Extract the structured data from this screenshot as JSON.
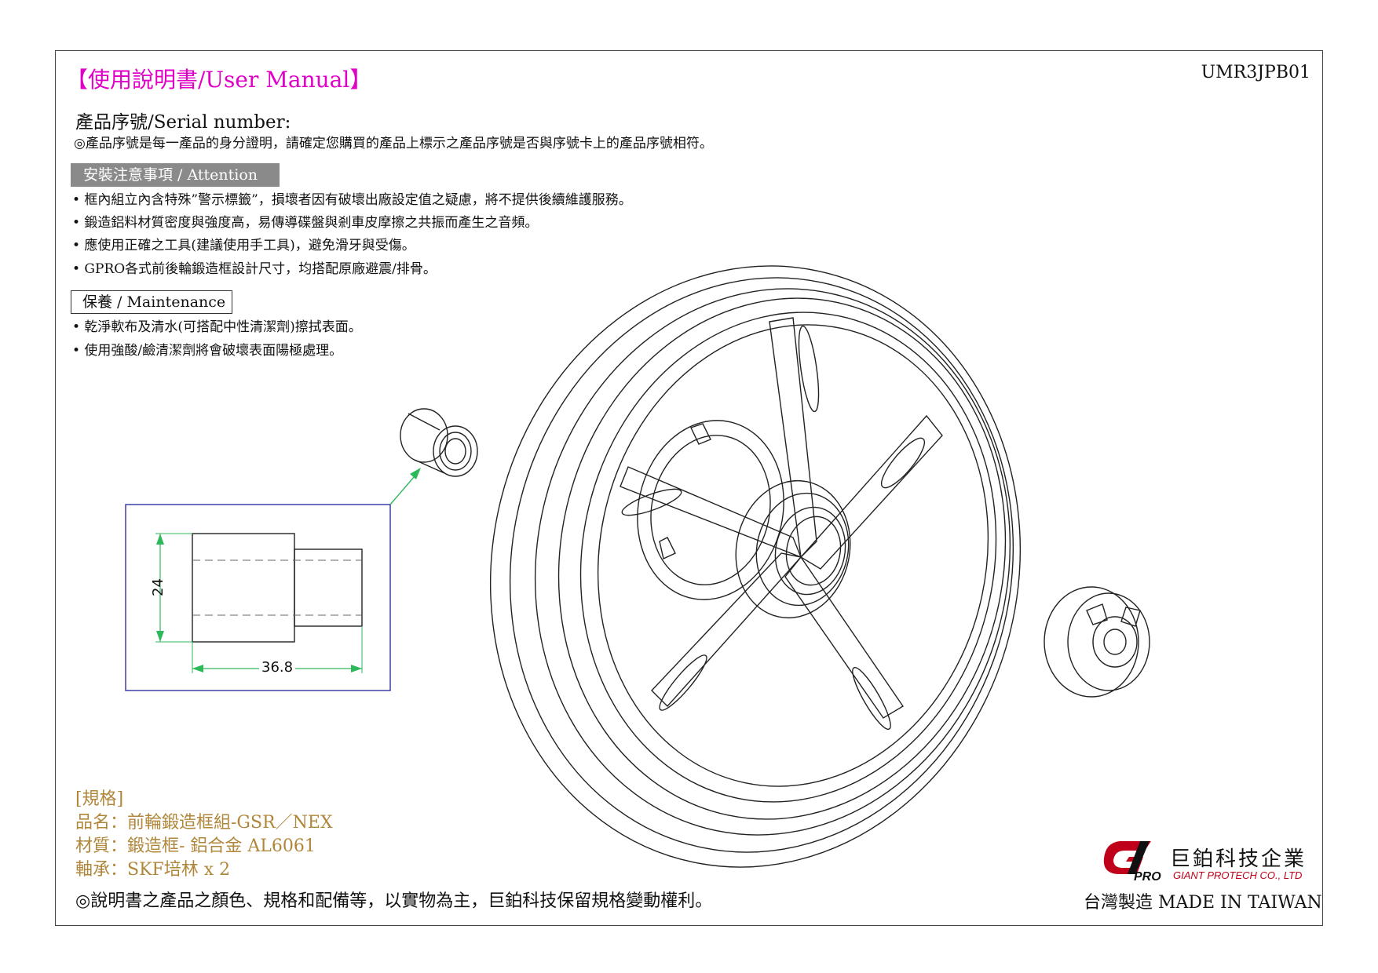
{
  "header": {
    "title": "【使用說明書/User Manual】",
    "doc_id": "UMR3JPB01"
  },
  "serial": {
    "label": "產品序號/Serial number:",
    "note": "◎產品序號是每一產品的身分證明，請確定您購買的產品上標示之產品序號是否與序號卡上的產品序號相符。"
  },
  "attention": {
    "heading": "安裝注意事項 / Attention",
    "items": [
      "• 框內組立內含特殊”警示標籤”，損壞者因有破壞出廠設定值之疑慮，將不提供後續維護服務。",
      "• 鍛造鋁料材質密度與強度高，易傳導碟盤與剎車皮摩擦之共振而產生之音頻。",
      "• 應使用正確之工具(建議使用手工具)，避免滑牙與受傷。",
      "• GPRO各式前後輪鍛造框設計尺寸，均搭配原廠避震/排骨。"
    ]
  },
  "maintenance": {
    "heading": "保養 / Maintenance",
    "items": [
      "• 乾淨軟布及清水(可搭配中性清潔劑)擦拭表面。",
      "• 使用強酸/鹼清潔劑將會破壞表面陽極處理。"
    ]
  },
  "dimensions": {
    "height": "24",
    "length": "36.8"
  },
  "spec": {
    "heading": "[規格]",
    "name": "品名：前輪鍛造框組-GSR／NEX",
    "material": "材質：鍛造框- 鋁合金 AL6061",
    "bearing": "軸承：SKF培林 x 2"
  },
  "footer": {
    "note": "◎說明書之產品之顏色、規格和配備等，以實物為主，巨鉑科技保留規格變動權利。",
    "company_cn": "巨鉑科技企業",
    "company_en": "GIANT PROTECH CO., LTD",
    "made_in": "台灣製造  MADE IN TAIWAN",
    "logo_text": "PRO"
  },
  "colors": {
    "title": "#e000c8",
    "spec": "#b0873a",
    "arrow": "#2db85a",
    "detail_box": "#3030a0",
    "logo_red": "#c0001a"
  }
}
